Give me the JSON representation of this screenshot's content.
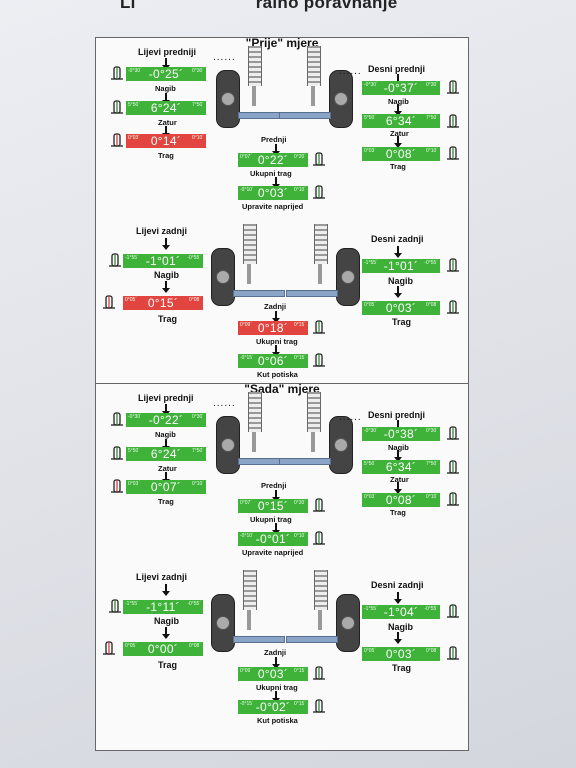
{
  "header": {
    "left": "Li",
    "right": "ralno poravnanje"
  },
  "panels": [
    {
      "title": "\"Prije\" mjere",
      "dots": "......",
      "fl": {
        "label": "Lijevi predniji",
        "camber": {
          "value": "-0°25´",
          "min": "-0°30´",
          "max": "0°30´",
          "status": "green"
        },
        "camber_label": "Nagib",
        "caster": {
          "value": "6°24´",
          "min": "5°50´",
          "max": "7°50´",
          "status": "green"
        },
        "caster_label": "Zatur",
        "toe": {
          "value": "0°14´",
          "min": "0°03´",
          "max": "0°10´",
          "status": "red"
        },
        "toe_label": "Trag"
      },
      "fr": {
        "label": "Desni prednji",
        "camber": {
          "value": "-0°37´",
          "min": "-0°30´",
          "max": "0°30´",
          "status": "green"
        },
        "camber_label": "Nagib",
        "caster": {
          "value": "6°34´",
          "min": "5°50´",
          "max": "7°50´",
          "status": "green"
        },
        "caster_label": "Zatur",
        "toe": {
          "value": "0°08´",
          "min": "0°03´",
          "max": "0°10´",
          "status": "green"
        },
        "toe_label": "Trag"
      },
      "front_total": {
        "label": "Prednji",
        "value": "0°22´",
        "min": "0°07´",
        "max": "0°20´",
        "status": "green",
        "sub": "Ukupni trag"
      },
      "steer": {
        "value": "0°03´",
        "min": "-0°10´",
        "max": "0°10´",
        "status": "green",
        "sub": "Upravite naprijed"
      },
      "rl": {
        "label": "Lijevi zadnji",
        "camber": {
          "value": "-1°01´",
          "min": "-1°55´",
          "max": "-0°55´",
          "status": "green"
        },
        "camber_label": "Nagib",
        "toe": {
          "value": "0°15´",
          "min": "0°05´",
          "max": "0°08´",
          "status": "red"
        },
        "toe_label": "Trag"
      },
      "rr": {
        "label": "Desni zadnji",
        "camber": {
          "value": "-1°01´",
          "min": "-1°55´",
          "max": "-0°55´",
          "status": "green"
        },
        "camber_label": "Nagib",
        "toe": {
          "value": "0°03´",
          "min": "0°05´",
          "max": "0°08´",
          "status": "green"
        },
        "toe_label": "Trag"
      },
      "rear_total": {
        "label": "Zadnji",
        "value": "0°18´",
        "min": "0°09´",
        "max": "0°15´",
        "status": "red",
        "sub": "Ukupni trag"
      },
      "thrust": {
        "value": "0°06´",
        "min": "-0°15´",
        "max": "0°15´",
        "status": "green",
        "sub": "Kut potiska"
      }
    },
    {
      "title": "\"Sada\" mjere",
      "dots": "......",
      "fl": {
        "label": "Lijevi prednji",
        "camber": {
          "value": "-0°22´",
          "min": "-0°30´",
          "max": "0°30´",
          "status": "green"
        },
        "camber_label": "Nagib",
        "caster": {
          "value": "6°24´",
          "min": "5°50´",
          "max": "7°50´",
          "status": "green"
        },
        "caster_label": "Zatur",
        "toe": {
          "value": "0°07´",
          "min": "0°03´",
          "max": "0°10´",
          "status": "green"
        },
        "toe_label": "Trag"
      },
      "fr": {
        "label": "Desni prednji",
        "camber": {
          "value": "-0°38´",
          "min": "-0°30´",
          "max": "0°30´",
          "status": "green"
        },
        "camber_label": "Nagib",
        "caster": {
          "value": "6°34´",
          "min": "5°50´",
          "max": "7°50´",
          "status": "green"
        },
        "caster_label": "Zatur",
        "toe": {
          "value": "0°08´",
          "min": "0°03´",
          "max": "0°10´",
          "status": "green"
        },
        "toe_label": "Trag"
      },
      "front_total": {
        "label": "Prednji",
        "value": "0°15´",
        "min": "0°07´",
        "max": "0°20´",
        "status": "green",
        "sub": "Ukupni trag"
      },
      "steer": {
        "value": "-0°01´",
        "min": "-0°10´",
        "max": "0°10´",
        "status": "green",
        "sub": "Upravite naprijed"
      },
      "rl": {
        "label": "Lijevi zadnji",
        "camber": {
          "value": "-1°11´",
          "min": "-1°55´",
          "max": "-0°55´",
          "status": "green"
        },
        "camber_label": "Nagib",
        "toe": {
          "value": "0°00´",
          "min": "0°05´",
          "max": "0°08´",
          "status": "green"
        },
        "toe_label": "Trag"
      },
      "rr": {
        "label": "Desni zadnji",
        "camber": {
          "value": "-1°04´",
          "min": "-1°55´",
          "max": "-0°55´",
          "status": "green"
        },
        "camber_label": "Nagib",
        "toe": {
          "value": "0°03´",
          "min": "0°05´",
          "max": "0°08´",
          "status": "green"
        },
        "toe_label": "Trag"
      },
      "rear_total": {
        "label": "Zadnji",
        "value": "0°03´",
        "min": "0°09´",
        "max": "0°15´",
        "status": "green",
        "sub": "Ukupni trag"
      },
      "thrust": {
        "value": "-0°02´",
        "min": "-0°15´",
        "max": "0°15´",
        "status": "green",
        "sub": "Kut potiska"
      }
    }
  ],
  "colors": {
    "green": "#3fb23a",
    "red": "#e2453f"
  }
}
